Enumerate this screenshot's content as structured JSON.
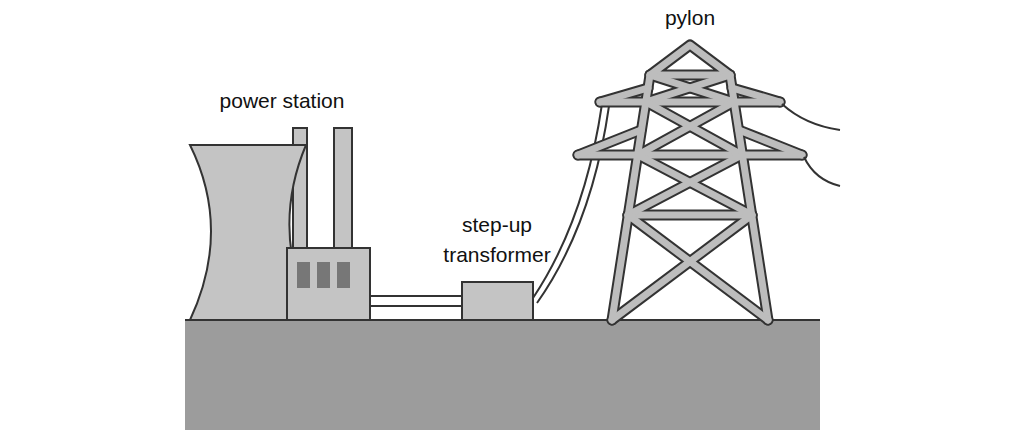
{
  "diagram": {
    "labels": [
      "power station",
      "step-up transformer",
      "pylon"
    ]
  }
}
